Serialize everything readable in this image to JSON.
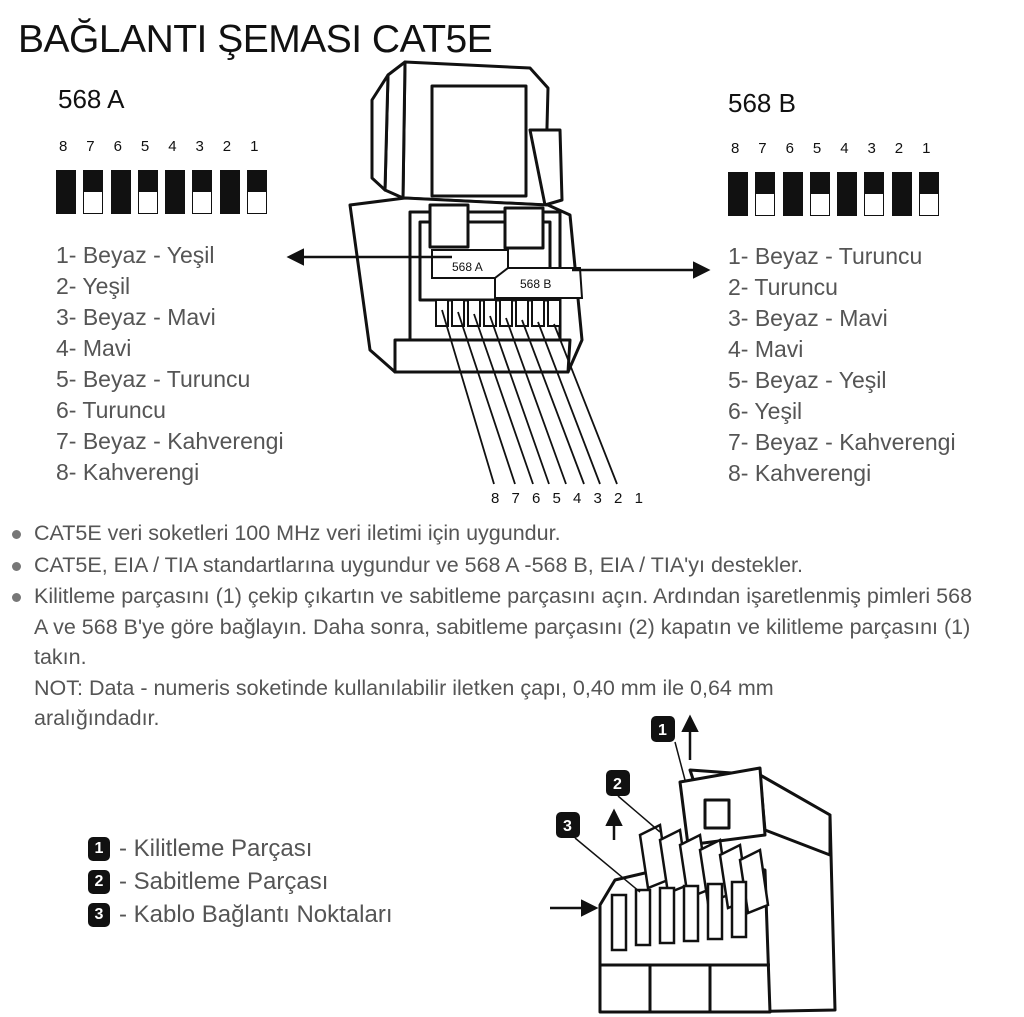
{
  "title": "BAĞLANTI ŞEMASI CAT5E",
  "standard_a": {
    "label": "568 A",
    "pins": [
      "8",
      "7",
      "6",
      "5",
      "4",
      "3",
      "2",
      "1"
    ],
    "colors": [
      "1- Beyaz - Yeşil",
      "2- Yeşil",
      "3- Beyaz - Mavi",
      "4- Mavi",
      "5- Beyaz - Turuncu",
      "6- Turuncu",
      "7- Beyaz -  Kahverengi",
      "8- Kahverengi"
    ]
  },
  "standard_b": {
    "label": "568 B",
    "pins": [
      "8",
      "7",
      "6",
      "5",
      "4",
      "3",
      "2",
      "1"
    ],
    "colors": [
      "1- Beyaz - Turuncu",
      "2- Turuncu",
      "3- Beyaz - Mavi",
      "4- Mavi",
      "5- Beyaz - Yeşil",
      "6- Yeşil",
      "7- Beyaz -  Kahverengi",
      "8- Kahverengi"
    ]
  },
  "diagram": {
    "label_a": "568 A",
    "label_b": "568 B",
    "pin_numbers": "8 7 6 5 4 3 2 1"
  },
  "notes": [
    "CAT5E veri soketleri 100 MHz veri iletimi için uygundur.",
    "CAT5E, EIA / TIA standartlarına uygundur ve 568 A -568 B, EIA / TIA'yı destekler.",
    "Kilitleme  parçasını (1) çekip çıkartın ve sabitleme parçasını açın. Ardından işaretlenmiş pimleri 568 A ve 568 B'ye göre bağlayın. Daha sonra, sabitleme parçasını (2) kapatın ve kilitleme parçasını (1) takın."
  ],
  "note_extra": "NOT: Data - numeris soketinde kullanılabilir iletken çapı, 0,40 mm ile 0,64 mm aralığındadır.",
  "legend": [
    {
      "badge": "1",
      "label": "- Kilitleme Parçası"
    },
    {
      "badge": "2",
      "label": "- Sabitleme Parçası"
    },
    {
      "badge": "3",
      "label": "- Kablo Bağlantı Noktaları"
    }
  ],
  "bar_patterns": {
    "a": [
      "solid",
      "half",
      "solid",
      "half",
      "solid",
      "half",
      "solid",
      "half"
    ],
    "b": [
      "solid",
      "half",
      "solid",
      "half",
      "solid",
      "half",
      "solid",
      "half"
    ]
  }
}
